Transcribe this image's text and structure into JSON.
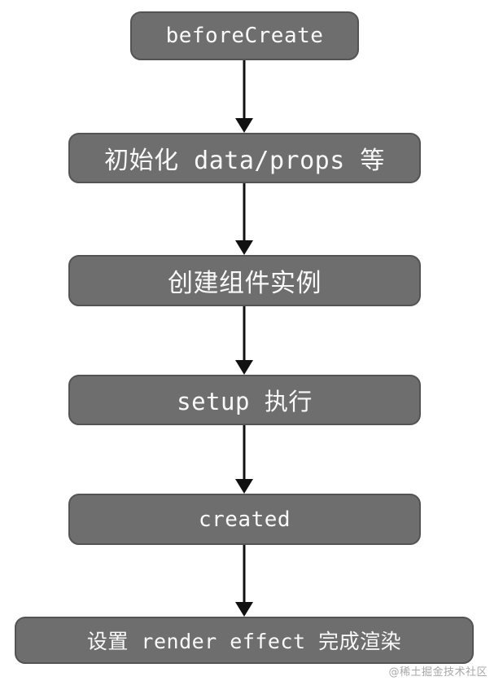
{
  "flowchart": {
    "type": "vertical-flow",
    "nodes": [
      {
        "id": "before-create",
        "label": "beforeCreate"
      },
      {
        "id": "init-data-props",
        "label": "初始化 data/props 等"
      },
      {
        "id": "create-instance",
        "label": "创建组件实例"
      },
      {
        "id": "setup-run",
        "label": "setup 执行"
      },
      {
        "id": "created",
        "label": "created"
      },
      {
        "id": "render-effect",
        "label": "设置 render effect 完成渲染"
      }
    ],
    "edges": [
      {
        "from": "before-create",
        "to": "init-data-props"
      },
      {
        "from": "init-data-props",
        "to": "create-instance"
      },
      {
        "from": "create-instance",
        "to": "setup-run"
      },
      {
        "from": "setup-run",
        "to": "created"
      },
      {
        "from": "created",
        "to": "render-effect"
      }
    ],
    "colors": {
      "node_fill": "#6e6e6e",
      "node_border": "#545454",
      "node_text": "#f9f9f9",
      "arrow": "#111111",
      "background": "#ffffff"
    }
  },
  "watermark": {
    "text": "@稀土掘金技术社区",
    "color": "#a8a8a8"
  }
}
